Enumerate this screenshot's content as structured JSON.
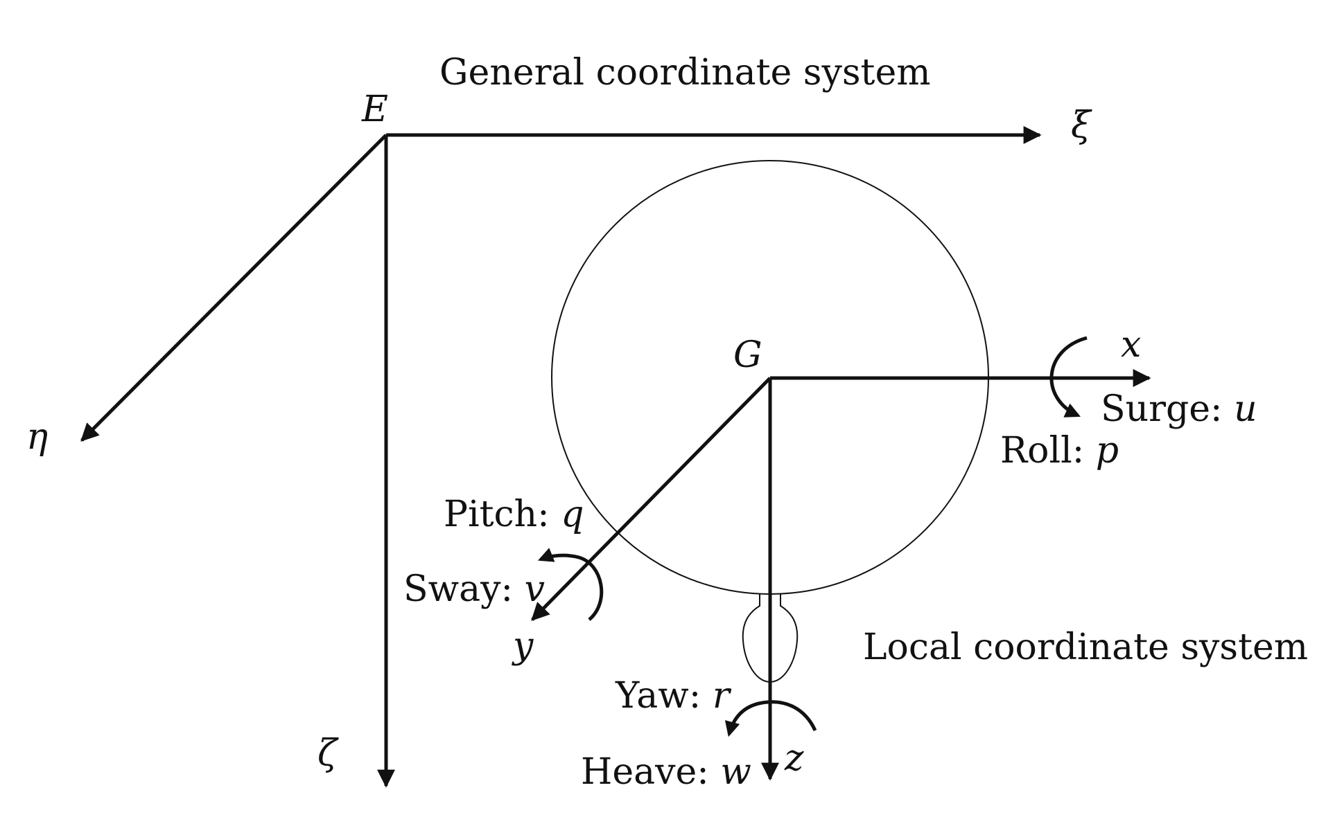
{
  "general_system": {
    "title": "General coordinate system",
    "origin": "E",
    "axes": {
      "xi": "ξ",
      "eta": "η",
      "zeta": "ζ"
    }
  },
  "local_system": {
    "title": "Local coordinate system",
    "origin": "G",
    "axes": {
      "x": "x",
      "y": "y",
      "z": "z"
    }
  },
  "motions": {
    "surge": {
      "label": "Surge: ",
      "symbol": "u"
    },
    "roll": {
      "label": "Roll: ",
      "symbol": "p"
    },
    "pitch": {
      "label": "Pitch: ",
      "symbol": "q"
    },
    "sway": {
      "label": "Sway: ",
      "symbol": "v"
    },
    "yaw": {
      "label": "Yaw: ",
      "symbol": "r"
    },
    "heave": {
      "label": "Heave: ",
      "symbol": "w"
    }
  },
  "colors": {
    "stroke": "#111111",
    "background": "#ffffff"
  }
}
